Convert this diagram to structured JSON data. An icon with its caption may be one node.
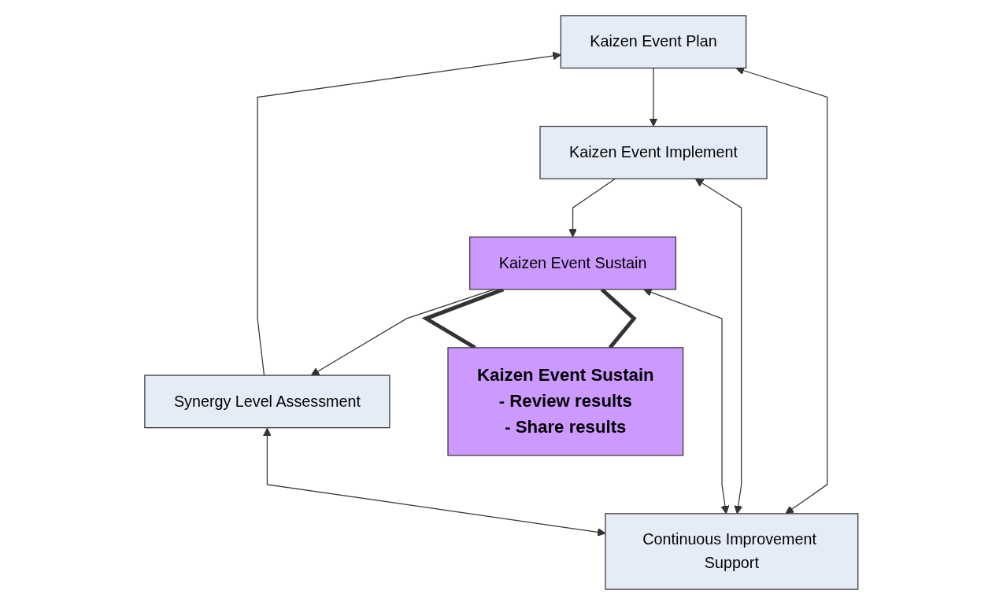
{
  "diagram": {
    "nodes": [
      {
        "text": [
          "Continuous Improvement Support"
        ]
      },
      {
        "text": [
          "Kaizen Event Plan"
        ]
      },
      {
        "text": [
          "Kaizen Event Implement"
        ]
      },
      {
        "text": [
          "Kaizen Event Sustain"
        ]
      },
      {
        "text": [
          "Synergy Level Assessment"
        ]
      },
      {
        "text": [
          "Kaizen Event Sustain",
          "- Review results",
          "- Share results"
        ]
      }
    ],
    "edges": [
      {
        "from": 1,
        "to": 0,
        "arrow": "both"
      },
      {
        "from": 2,
        "to": 0,
        "arrow": "both"
      },
      {
        "from": 3,
        "to": 0,
        "arrow": "both"
      },
      {
        "from": 4,
        "to": 0,
        "arrow": "both"
      },
      {
        "from": 1,
        "to": 2,
        "arrow": "to"
      },
      {
        "from": 2,
        "to": 3,
        "arrow": "to"
      },
      {
        "from": 3,
        "to": 4,
        "arrow": "to"
      },
      {
        "from": 4,
        "to": 1,
        "arrow": "to"
      },
      {
        "from": 3,
        "to": 5,
        "arrow": "none",
        "style": "thick"
      },
      {
        "from": 3,
        "to": 5,
        "arrow": "none",
        "style": "thick"
      }
    ]
  }
}
